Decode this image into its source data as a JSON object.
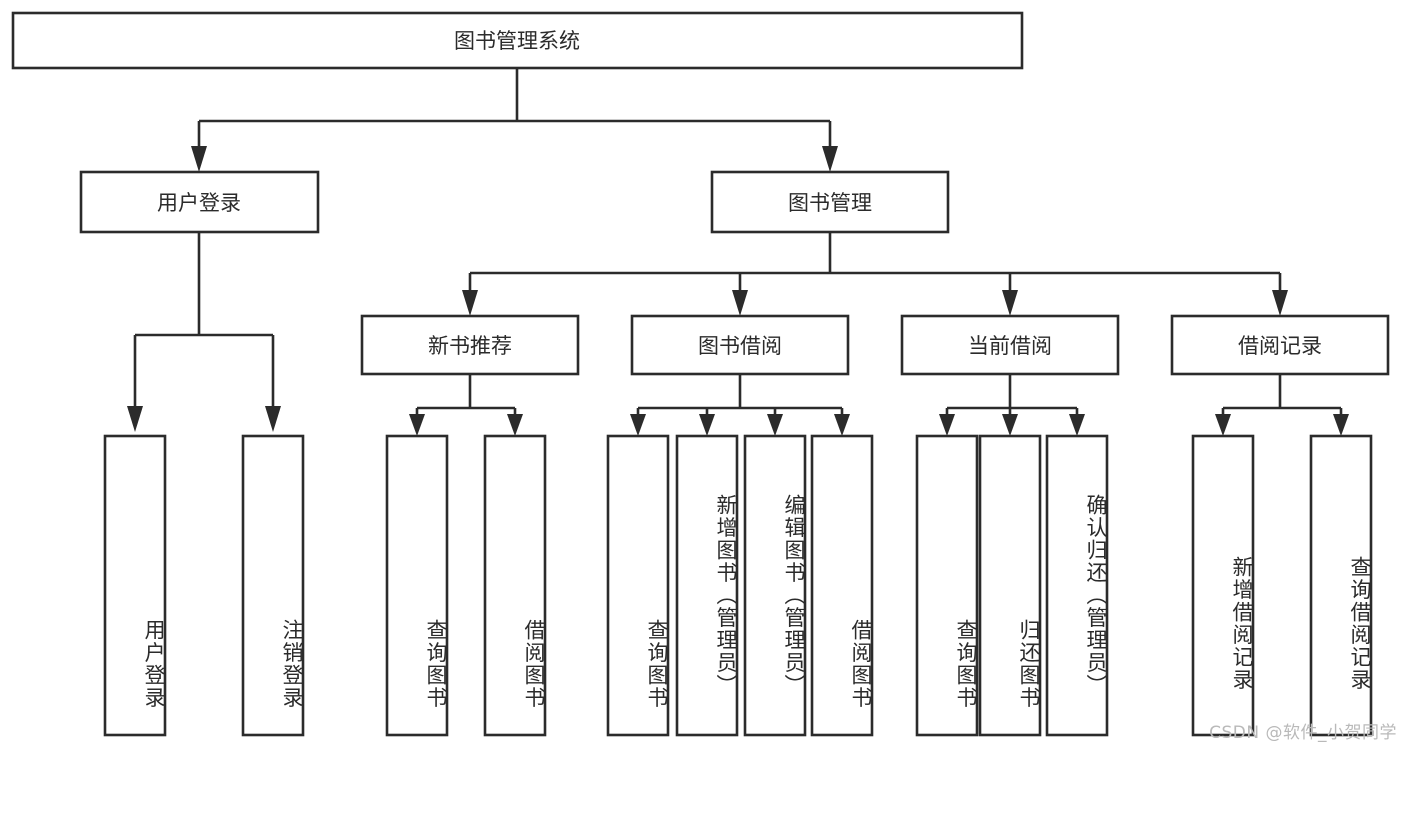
{
  "diagram": {
    "type": "tree",
    "orientation": "top-down",
    "title": "图书管理系统",
    "root": {
      "label": "图书管理系统",
      "children": [
        {
          "label": "用户登录",
          "children": [
            {
              "label": "用户登录",
              "vertical": true
            },
            {
              "label": "注销登录",
              "vertical": true
            }
          ]
        },
        {
          "label": "图书管理",
          "children": [
            {
              "label": "新书推荐",
              "children": [
                {
                  "label": "查询图书",
                  "vertical": true
                },
                {
                  "label": "借阅图书",
                  "vertical": true
                }
              ]
            },
            {
              "label": "图书借阅",
              "children": [
                {
                  "label": "查询图书",
                  "vertical": true
                },
                {
                  "label": "新增图书（管理员）",
                  "vertical": true
                },
                {
                  "label": "编辑图书（管理员）",
                  "vertical": true
                },
                {
                  "label": "借阅图书",
                  "vertical": true
                }
              ]
            },
            {
              "label": "当前借阅",
              "children": [
                {
                  "label": "查询图书",
                  "vertical": true
                },
                {
                  "label": "归还图书",
                  "vertical": true
                },
                {
                  "label": "确认归还（管理员）",
                  "vertical": true
                }
              ]
            },
            {
              "label": "借阅记录",
              "children": [
                {
                  "label": "新增借阅记录",
                  "vertical": true
                },
                {
                  "label": "查询借阅记录",
                  "vertical": true
                }
              ]
            }
          ]
        }
      ]
    }
  },
  "nodes": {
    "root": "图书管理系统",
    "user_login": "用户登录",
    "book_manage": "图书管理",
    "new_book_rec": "新书推荐",
    "book_borrow": "图书借阅",
    "current_borrow": "当前借阅",
    "borrow_record": "借阅记录",
    "leaf_user_login": "用户登录",
    "leaf_logout": "注销登录",
    "leaf_query_book_a": "查询图书",
    "leaf_borrow_book_a": "借阅图书",
    "leaf_query_book_b": "查询图书",
    "leaf_add_book": "新增图书（管理员）",
    "leaf_edit_book": "编辑图书（管理员）",
    "leaf_borrow_book_b": "借阅图书",
    "leaf_query_book_c": "查询图书",
    "leaf_return_book": "归还图书",
    "leaf_confirm_return": "确认归还（管理员）",
    "leaf_add_record": "新增借阅记录",
    "leaf_query_record": "查询借阅记录"
  },
  "watermark": {
    "text": "CSDN @软件_小贺同学"
  },
  "colors": {
    "stroke": "#2b2b2b",
    "fill": "#ffffff",
    "text": "#2b2b2b",
    "watermark": "#b9b9b9",
    "background": "#ffffff"
  }
}
